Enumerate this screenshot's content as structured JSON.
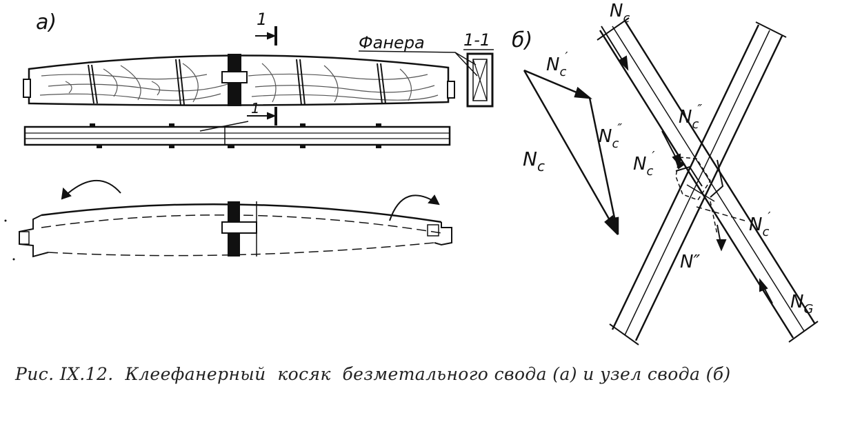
{
  "labels": {
    "part_a": "а)",
    "part_b": "б)",
    "section_mark": "1",
    "section_mark_lower": "1",
    "plywood": "Фанера",
    "section_view": "1-1"
  },
  "forces": {
    "nc": "N",
    "nc_sub": "c",
    "nc_prime": "N",
    "nc_prime_sub": "c",
    "nc_prime_mark": "′",
    "nc_dprime": "N",
    "nc_dprime_sub": "c",
    "nc_dprime_mark": "″",
    "n_dprime": "N″",
    "ng": "N",
    "ng_sub": "G"
  },
  "caption": {
    "number": "Рис. IX.12.",
    "text": "Клеефанерный  косяк  безметального свода (а) и узел свода (б)"
  },
  "colors": {
    "ink": "#111111",
    "wood": "#555555"
  }
}
